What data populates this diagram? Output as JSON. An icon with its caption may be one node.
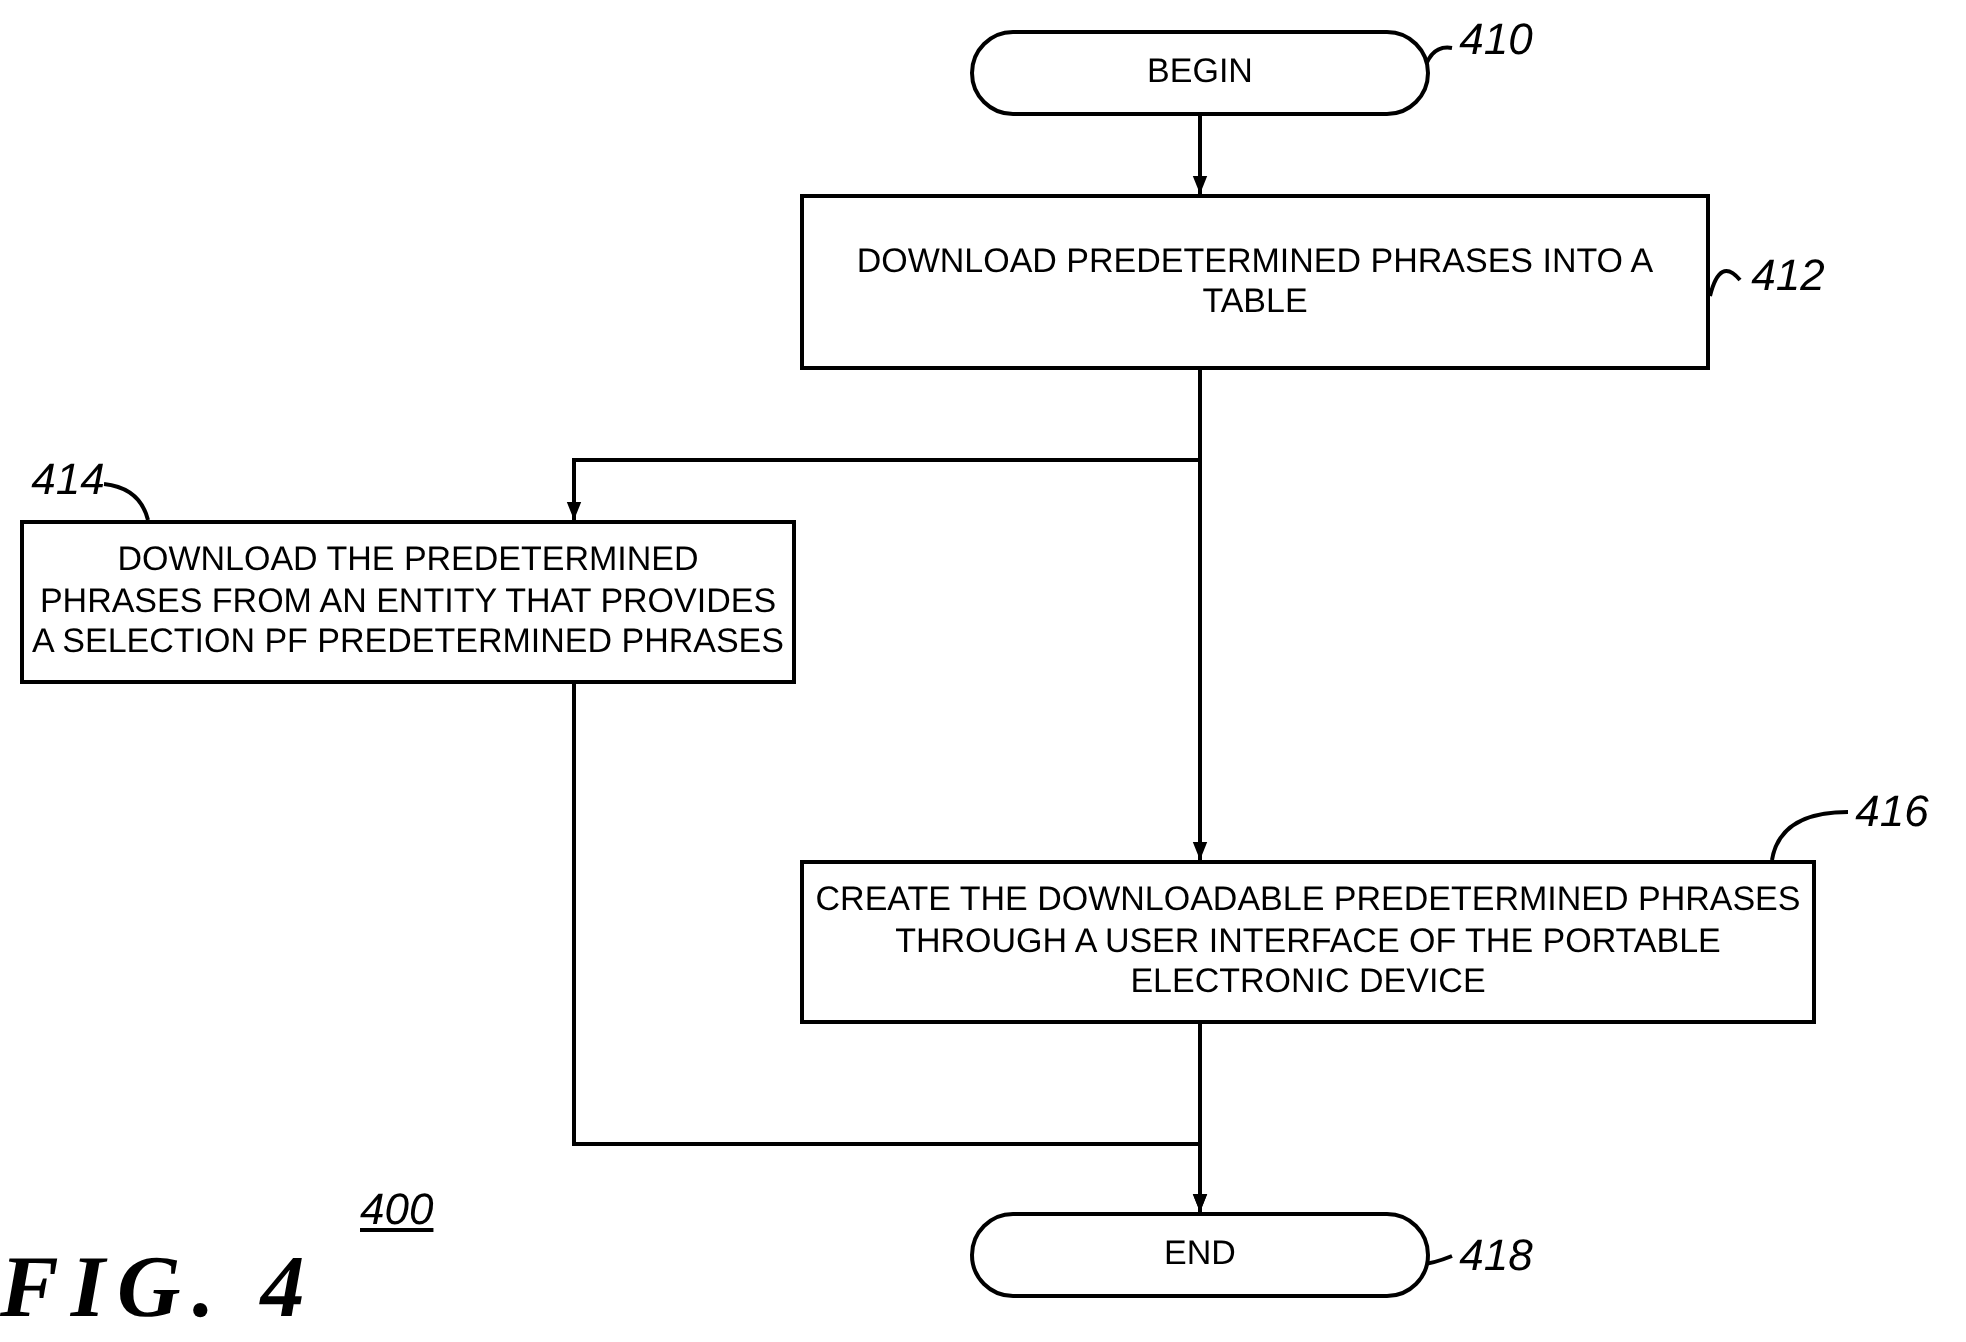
{
  "diagram": {
    "caption": "FIG. 4",
    "nodes": [
      {
        "text": [
          "BEGIN"
        ]
      },
      {
        "text": [
          "DOWNLOAD PREDETERMINED PHRASES INTO A TABLE"
        ]
      },
      {
        "text": [
          "DOWNLOAD THE PREDETERMINED PHRASES FROM AN ENTITY THAT PROVIDES A SELECTION PF PREDETERMINED PHRASES"
        ]
      },
      {
        "text": [
          "CREATE THE DOWNLOADABLE PREDETERMINED PHRASES THROUGH A USER INTERFACE OF THE PORTABLE ELECTRONIC DEVICE"
        ]
      },
      {
        "text": [
          "END"
        ]
      },
      {
        "text": [
          "410"
        ]
      },
      {
        "text": [
          "412"
        ]
      },
      {
        "text": [
          "414"
        ]
      },
      {
        "text": [
          "416"
        ]
      },
      {
        "text": [
          "418"
        ]
      }
    ],
    "edges": [
      {
        "from": 0,
        "to": 1,
        "arrow": "to"
      },
      {
        "from": 1,
        "to": 2,
        "arrow": "to"
      },
      {
        "from": 1,
        "to": 3,
        "arrow": "to"
      },
      {
        "from": 2,
        "to": 4,
        "arrow": "to"
      },
      {
        "from": 3,
        "to": 4,
        "arrow": "to"
      },
      {
        "from": 5,
        "to": 0,
        "arrow": "none"
      },
      {
        "from": 6,
        "to": 1,
        "arrow": "none"
      },
      {
        "from": 7,
        "to": 2,
        "arrow": "none"
      },
      {
        "from": 8,
        "to": 3,
        "arrow": "none"
      },
      {
        "from": 9,
        "to": 4,
        "arrow": "none"
      }
    ],
    "labels": [
      "400"
    ]
  }
}
